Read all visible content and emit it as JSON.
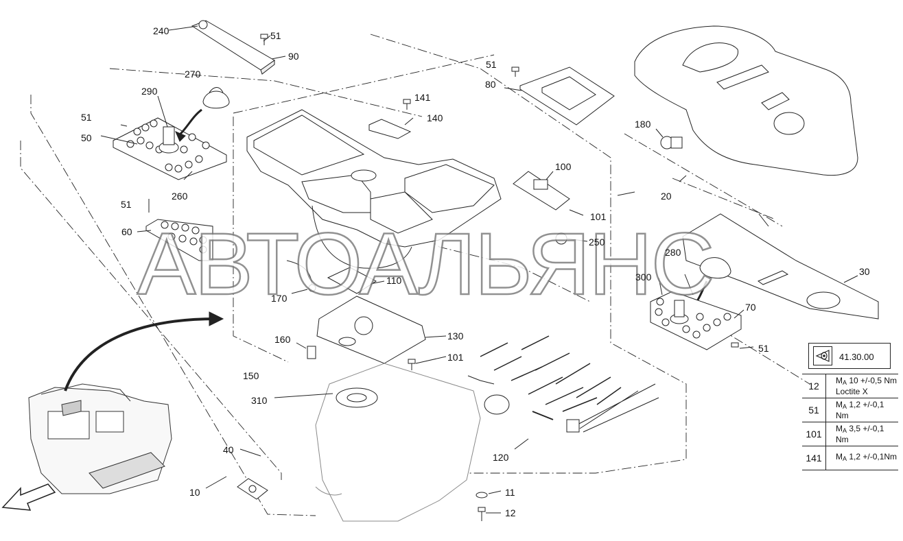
{
  "diagram": {
    "callouts": [
      {
        "id": "c240",
        "text": "240"
      },
      {
        "id": "c51a",
        "text": "51"
      },
      {
        "id": "c90",
        "text": "90"
      },
      {
        "id": "c270",
        "text": "270"
      },
      {
        "id": "c290",
        "text": "290"
      },
      {
        "id": "c51b",
        "text": "51"
      },
      {
        "id": "c50",
        "text": "50"
      },
      {
        "id": "c260",
        "text": "260"
      },
      {
        "id": "c51c",
        "text": "51"
      },
      {
        "id": "c60",
        "text": "60"
      },
      {
        "id": "c141",
        "text": "141"
      },
      {
        "id": "c140",
        "text": "140"
      },
      {
        "id": "c51d",
        "text": "51"
      },
      {
        "id": "c80",
        "text": "80"
      },
      {
        "id": "c180",
        "text": "180"
      },
      {
        "id": "c20",
        "text": "20"
      },
      {
        "id": "c100",
        "text": "100"
      },
      {
        "id": "c101a",
        "text": "101"
      },
      {
        "id": "c250",
        "text": "250"
      },
      {
        "id": "c280",
        "text": "280"
      },
      {
        "id": "c30",
        "text": "30"
      },
      {
        "id": "c300",
        "text": "300"
      },
      {
        "id": "c70",
        "text": "70"
      },
      {
        "id": "c51e",
        "text": "51"
      },
      {
        "id": "c170",
        "text": "170"
      },
      {
        "id": "c110",
        "text": "110"
      },
      {
        "id": "c160",
        "text": "160"
      },
      {
        "id": "c130",
        "text": "130"
      },
      {
        "id": "c101b",
        "text": "101"
      },
      {
        "id": "c150",
        "text": "150"
      },
      {
        "id": "c310",
        "text": "310"
      },
      {
        "id": "c120",
        "text": "120"
      },
      {
        "id": "c40",
        "text": "40"
      },
      {
        "id": "c10",
        "text": "10"
      },
      {
        "id": "c11",
        "text": "11"
      },
      {
        "id": "c12",
        "text": "12"
      }
    ],
    "watermark": "АВТОАЛЬЯНС",
    "reference": {
      "icon": "eye-view-icon",
      "text": "41.30.00"
    },
    "torque_table": [
      {
        "part": "12",
        "ma": "M",
        "sub": "A",
        "value": " 10 +/-0,5 Nm",
        "note": "Loctite X"
      },
      {
        "part": "51",
        "ma": "M",
        "sub": "A",
        "value": " 1,2 +/-0,1 Nm",
        "note": ""
      },
      {
        "part": "101",
        "ma": "M",
        "sub": "A",
        "value": " 3,5 +/-0,1 Nm",
        "note": ""
      },
      {
        "part": "141",
        "ma": "M",
        "sub": "A",
        "value": " 1,2 +/-0,1Nm",
        "note": ""
      }
    ],
    "colors": {
      "line": "#222222",
      "watermark_stroke": "#7a7a7a"
    }
  }
}
